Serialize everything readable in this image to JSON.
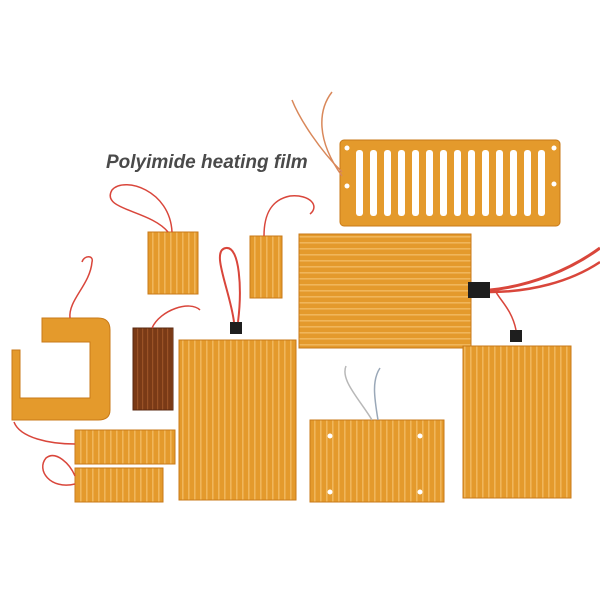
{
  "caption": {
    "title": "Polyimide heating film"
  },
  "colors": {
    "film": "#e49a2c",
    "film_edge": "#c97a18",
    "trace": "#f3bd62",
    "dark_film": "#7a3a16",
    "wire": "#d9463b",
    "connector": "#1e1e1e",
    "background": "#ffffff"
  },
  "items": [
    {
      "name": "slotted-heater"
    },
    {
      "name": "large-rectangular-heater"
    },
    {
      "name": "small-heater-left"
    },
    {
      "name": "small-heater-right"
    },
    {
      "name": "u-shaped-heater"
    },
    {
      "name": "dark-heater"
    },
    {
      "name": "tall-heater"
    },
    {
      "name": "wide-heater-center"
    },
    {
      "name": "tall-heater-right"
    },
    {
      "name": "strip-heater-top"
    },
    {
      "name": "strip-heater-bottom"
    }
  ]
}
